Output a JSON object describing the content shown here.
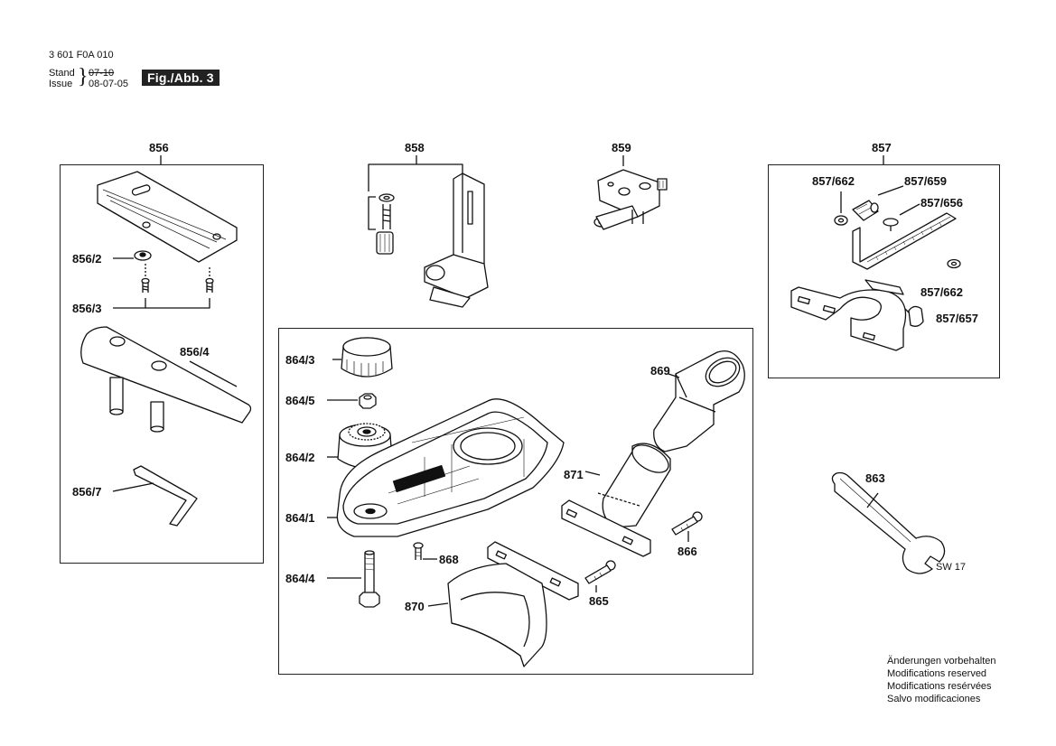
{
  "header": {
    "doc_number": "3 601 F0A 010",
    "stand_label": "Stand",
    "issue_label": "Issue",
    "stand_value": "07-10",
    "issue_value": "08-07-05",
    "fig_label": "Fig./Abb. 3"
  },
  "groups": {
    "g856": "856",
    "g858": "858",
    "g859": "859",
    "g857": "857",
    "g863": "863"
  },
  "parts": {
    "p856_2": "856/2",
    "p856_3": "856/3",
    "p856_4": "856/4",
    "p856_7": "856/7",
    "p857_662a": "857/662",
    "p857_659": "857/659",
    "p857_656": "857/656",
    "p857_662b": "857/662",
    "p857_657": "857/657",
    "p864_3": "864/3",
    "p864_5": "864/5",
    "p864_2": "864/2",
    "p864_1": "864/1",
    "p864_4": "864/4",
    "p868": "868",
    "p869": "869",
    "p871": "871",
    "p866": "866",
    "p865": "865",
    "p870": "870"
  },
  "wrench_size": "SW 17",
  "notes": [
    "Änderungen vorbehalten",
    "Modifications reserved",
    "Modifications resérvées",
    "Salvo modificaciones"
  ],
  "colors": {
    "ink": "#111111",
    "fig_bg": "#222222"
  }
}
